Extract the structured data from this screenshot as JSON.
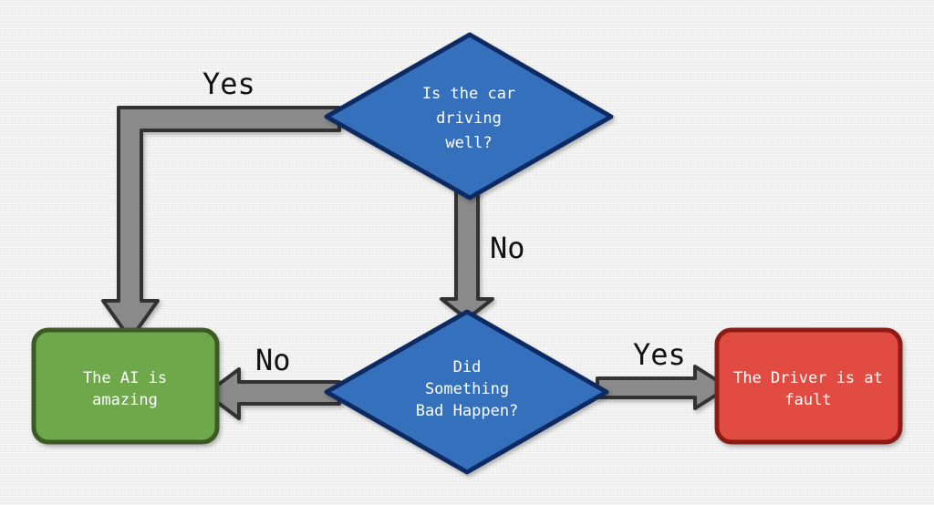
{
  "diagram": {
    "nodes": {
      "decision_driving": {
        "lines": [
          "Is the car",
          "driving",
          "well?"
        ],
        "color": "#3670bd"
      },
      "decision_bad": {
        "lines": [
          "Did",
          "Something",
          "Bad Happen?"
        ],
        "color": "#3670bd"
      },
      "result_ai": {
        "lines": [
          "The AI is",
          "amazing"
        ],
        "color": "#6ea84c"
      },
      "result_driver": {
        "lines": [
          "The Driver is at",
          "fault"
        ],
        "color": "#e24b43"
      }
    },
    "edges": {
      "driving_yes": {
        "label": "Yes"
      },
      "driving_no": {
        "label": "No"
      },
      "bad_no": {
        "label": "No"
      },
      "bad_yes": {
        "label": "Yes"
      }
    },
    "colors": {
      "arrow_fill": "#8a8a8a",
      "arrow_stroke": "#303030",
      "diamond_stroke": "#0f2a63",
      "ai_stroke": "#3c5a25",
      "driver_stroke": "#8a1b16"
    }
  }
}
